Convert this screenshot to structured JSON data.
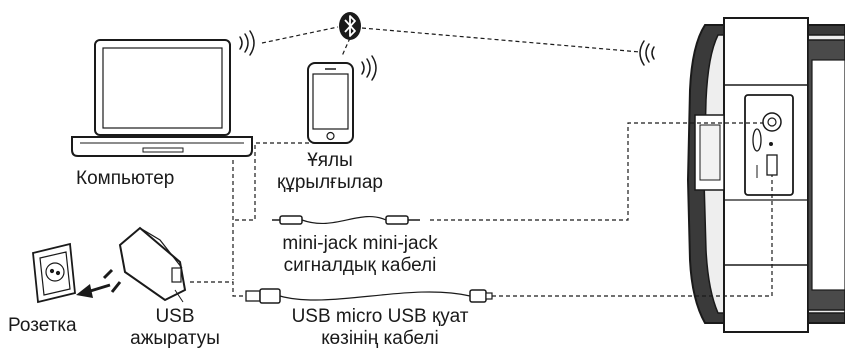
{
  "labels": {
    "computer": "Компьютер",
    "mobile_line1": "Ұялы",
    "mobile_line2": "құрылғылар",
    "jack_cable_line1": "mini-jack mini-jack",
    "jack_cable_line2": "сигналдық кабелі",
    "socket": "Розетка",
    "adapter_line1": "USB",
    "adapter_line2": "ажыратуы",
    "usb_cable_line1": "USB micro USB қуат",
    "usb_cable_line2": "көзінің кабелі"
  },
  "icons": {
    "bluetooth": "bluetooth-icon",
    "wireless": "wireless-signal-icon"
  },
  "colors": {
    "line": "#1a1a1a",
    "device_fill": "#ffffff",
    "speaker_dark": "#2b2b2b"
  }
}
